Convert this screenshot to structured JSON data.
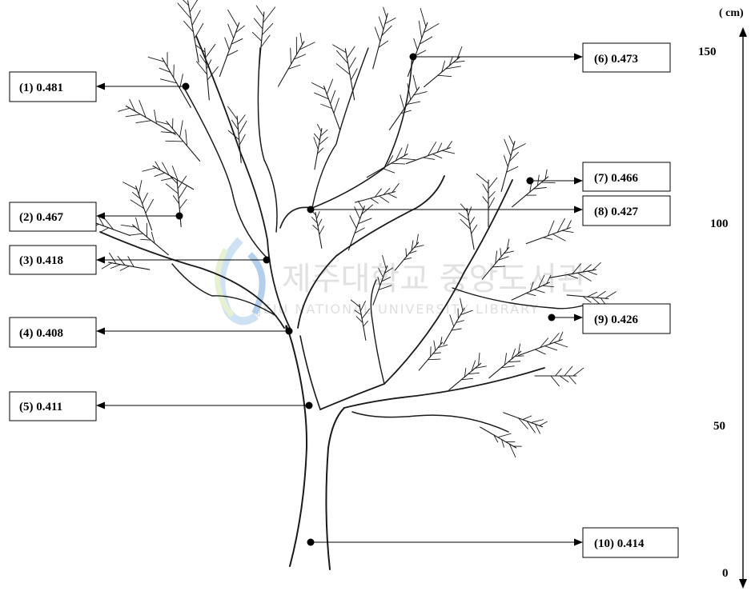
{
  "scale": {
    "unit": "( cm)",
    "ticks": [
      "150",
      "100",
      "50",
      "0"
    ]
  },
  "labels": [
    {
      "number": "(1)",
      "value": "0.481"
    },
    {
      "number": "(2)",
      "value": "0.467"
    },
    {
      "number": "(3)",
      "value": "0.418"
    },
    {
      "number": "(4)",
      "value": "0.408"
    },
    {
      "number": "(5)",
      "value": "0.411"
    },
    {
      "number": "(6)",
      "value": "0.473"
    },
    {
      "number": "(7)",
      "value": "0.466"
    },
    {
      "number": "(8)",
      "value": "0.427"
    },
    {
      "number": "(9)",
      "value": "0.426"
    },
    {
      "number": "(10)",
      "value": "0.414"
    }
  ],
  "watermark": {
    "text": "제주대학교 중앙도서관",
    "subtext": "JEJU NATIONAL UNIVERSITY LIBRARY"
  }
}
